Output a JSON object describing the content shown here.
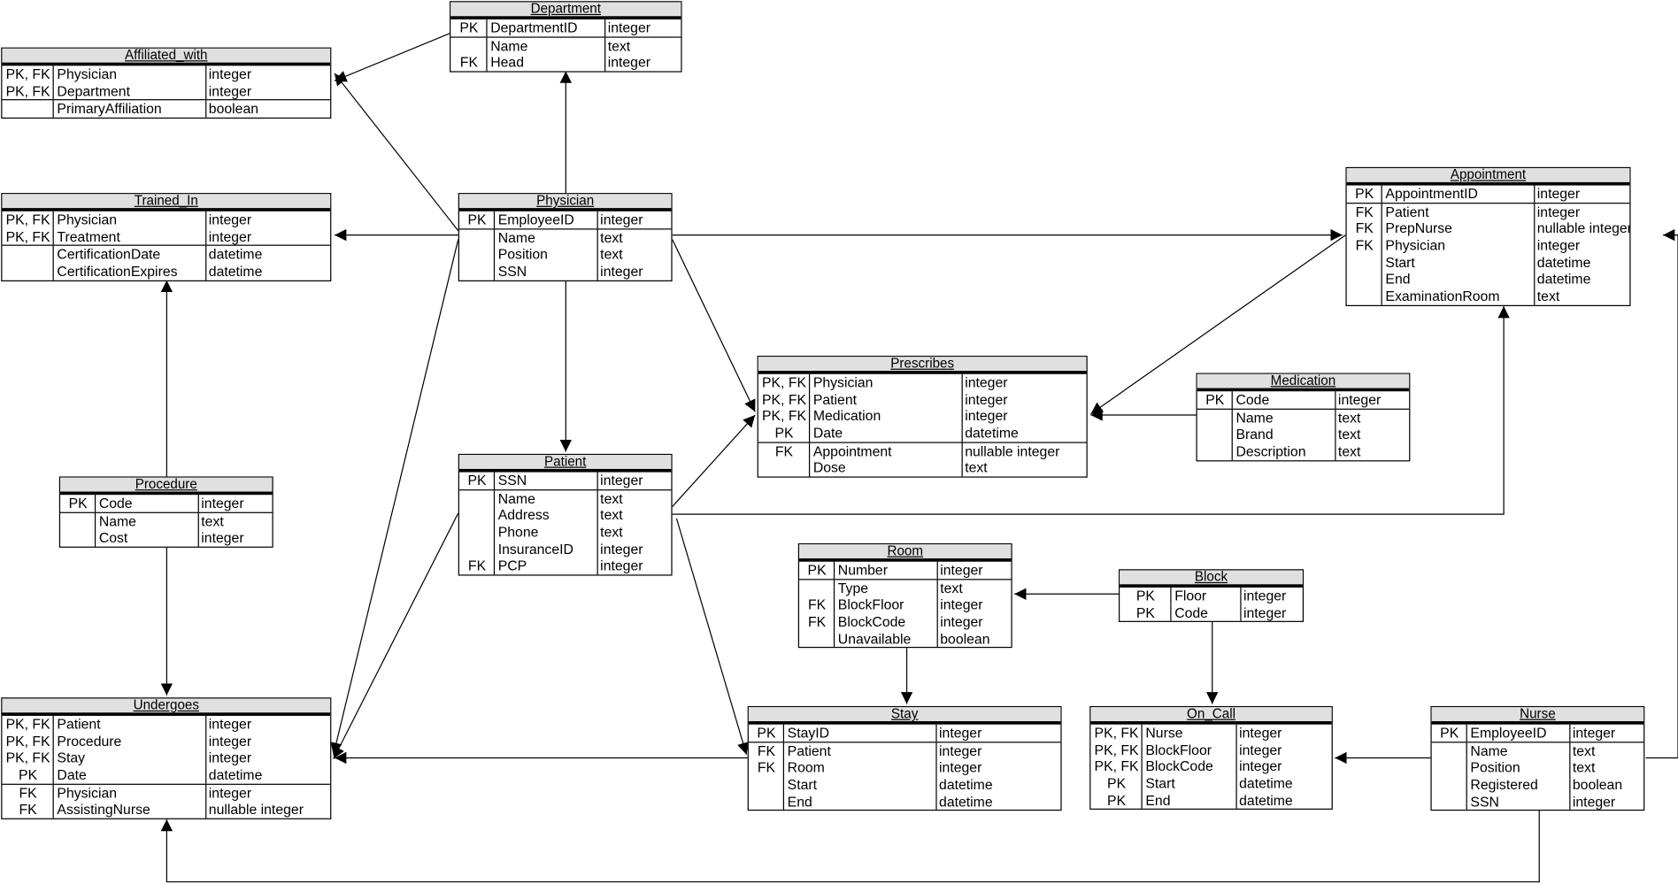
{
  "diagram": {
    "tables": [
      {
        "id": "department",
        "name": "Department",
        "groups": [
          [
            {
              "key": "PK",
              "name": "DepartmentID",
              "type": "integer"
            }
          ],
          [
            {
              "key": "",
              "name": "Name",
              "type": "text"
            },
            {
              "key": "FK",
              "name": "Head",
              "type": "integer"
            }
          ]
        ]
      },
      {
        "id": "affiliated_with",
        "name": "Affiliated_with",
        "groups": [
          [
            {
              "key": "PK, FK",
              "name": "Physician",
              "type": "integer"
            },
            {
              "key": "PK, FK",
              "name": "Department",
              "type": "integer"
            }
          ],
          [
            {
              "key": "",
              "name": "PrimaryAffiliation",
              "type": "boolean"
            }
          ]
        ]
      },
      {
        "id": "trained_in",
        "name": "Trained_In",
        "groups": [
          [
            {
              "key": "PK, FK",
              "name": "Physician",
              "type": "integer"
            },
            {
              "key": "PK, FK",
              "name": "Treatment",
              "type": "integer"
            }
          ],
          [
            {
              "key": "",
              "name": "CertificationDate",
              "type": "datetime"
            },
            {
              "key": "",
              "name": "CertificationExpires",
              "type": "datetime"
            }
          ]
        ]
      },
      {
        "id": "physician",
        "name": "Physician",
        "groups": [
          [
            {
              "key": "PK",
              "name": "EmployeeID",
              "type": "integer"
            }
          ],
          [
            {
              "key": "",
              "name": "Name",
              "type": "text"
            },
            {
              "key": "",
              "name": "Position",
              "type": "text"
            },
            {
              "key": "",
              "name": "SSN",
              "type": "integer"
            }
          ]
        ]
      },
      {
        "id": "appointment",
        "name": "Appointment",
        "groups": [
          [
            {
              "key": "PK",
              "name": "AppointmentID",
              "type": "integer"
            }
          ],
          [
            {
              "key": "FK",
              "name": "Patient",
              "type": "integer"
            },
            {
              "key": "FK",
              "name": "PrepNurse",
              "type": "nullable integer"
            },
            {
              "key": "FK",
              "name": "Physician",
              "type": "integer"
            },
            {
              "key": "",
              "name": "Start",
              "type": "datetime"
            },
            {
              "key": "",
              "name": "End",
              "type": "datetime"
            },
            {
              "key": "",
              "name": "ExaminationRoom",
              "type": "text"
            }
          ]
        ]
      },
      {
        "id": "prescribes",
        "name": "Prescribes",
        "groups": [
          [
            {
              "key": "PK, FK",
              "name": "Physician",
              "type": "integer"
            },
            {
              "key": "PK, FK",
              "name": "Patient",
              "type": "integer"
            },
            {
              "key": "PK, FK",
              "name": "Medication",
              "type": "integer"
            },
            {
              "key": "PK",
              "name": "Date",
              "type": "datetime"
            }
          ],
          [
            {
              "key": "FK",
              "name": "Appointment",
              "type": "nullable integer"
            },
            {
              "key": "",
              "name": "Dose",
              "type": "text"
            }
          ]
        ]
      },
      {
        "id": "medication",
        "name": "Medication",
        "groups": [
          [
            {
              "key": "PK",
              "name": "Code",
              "type": "integer"
            }
          ],
          [
            {
              "key": "",
              "name": "Name",
              "type": "text"
            },
            {
              "key": "",
              "name": "Brand",
              "type": "text"
            },
            {
              "key": "",
              "name": "Description",
              "type": "text"
            }
          ]
        ]
      },
      {
        "id": "procedure",
        "name": "Procedure",
        "groups": [
          [
            {
              "key": "PK",
              "name": "Code",
              "type": "integer"
            }
          ],
          [
            {
              "key": "",
              "name": "Name",
              "type": "text"
            },
            {
              "key": "",
              "name": "Cost",
              "type": "integer"
            }
          ]
        ]
      },
      {
        "id": "patient",
        "name": "Patient",
        "groups": [
          [
            {
              "key": "PK",
              "name": "SSN",
              "type": "integer"
            }
          ],
          [
            {
              "key": "",
              "name": "Name",
              "type": "text"
            },
            {
              "key": "",
              "name": "Address",
              "type": "text"
            },
            {
              "key": "",
              "name": "Phone",
              "type": "text"
            },
            {
              "key": "",
              "name": "InsuranceID",
              "type": "integer"
            },
            {
              "key": "FK",
              "name": "PCP",
              "type": "integer"
            }
          ]
        ]
      },
      {
        "id": "room",
        "name": "Room",
        "groups": [
          [
            {
              "key": "PK",
              "name": "Number",
              "type": "integer"
            }
          ],
          [
            {
              "key": "",
              "name": "Type",
              "type": "text"
            },
            {
              "key": "FK",
              "name": "BlockFloor",
              "type": "integer"
            },
            {
              "key": "FK",
              "name": "BlockCode",
              "type": "integer"
            },
            {
              "key": "",
              "name": "Unavailable",
              "type": "boolean"
            }
          ]
        ]
      },
      {
        "id": "block",
        "name": "Block",
        "groups": [
          [
            {
              "key": "PK",
              "name": "Floor",
              "type": "integer"
            },
            {
              "key": "PK",
              "name": "Code",
              "type": "integer"
            }
          ]
        ]
      },
      {
        "id": "undergoes",
        "name": "Undergoes",
        "groups": [
          [
            {
              "key": "PK, FK",
              "name": "Patient",
              "type": "integer"
            },
            {
              "key": "PK, FK",
              "name": "Procedure",
              "type": "integer"
            },
            {
              "key": "PK, FK",
              "name": "Stay",
              "type": "integer"
            },
            {
              "key": "PK",
              "name": "Date",
              "type": "datetime"
            }
          ],
          [
            {
              "key": "FK",
              "name": "Physician",
              "type": "integer"
            },
            {
              "key": "FK",
              "name": "AssistingNurse",
              "type": "nullable integer"
            }
          ]
        ]
      },
      {
        "id": "stay",
        "name": "Stay",
        "groups": [
          [
            {
              "key": "PK",
              "name": "StayID",
              "type": "integer"
            }
          ],
          [
            {
              "key": "FK",
              "name": "Patient",
              "type": "integer"
            },
            {
              "key": "FK",
              "name": "Room",
              "type": "integer"
            },
            {
              "key": "",
              "name": "Start",
              "type": "datetime"
            },
            {
              "key": "",
              "name": "End",
              "type": "datetime"
            }
          ]
        ]
      },
      {
        "id": "on_call",
        "name": "On_Call",
        "groups": [
          [
            {
              "key": "PK, FK",
              "name": "Nurse",
              "type": "integer"
            },
            {
              "key": "PK, FK",
              "name": "BlockFloor",
              "type": "integer"
            },
            {
              "key": "PK, FK",
              "name": "BlockCode",
              "type": "integer"
            },
            {
              "key": "PK",
              "name": "Start",
              "type": "datetime"
            },
            {
              "key": "PK",
              "name": "End",
              "type": "datetime"
            }
          ]
        ]
      },
      {
        "id": "nurse",
        "name": "Nurse",
        "groups": [
          [
            {
              "key": "PK",
              "name": "EmployeeID",
              "type": "integer"
            }
          ],
          [
            {
              "key": "",
              "name": "Name",
              "type": "text"
            },
            {
              "key": "",
              "name": "Position",
              "type": "text"
            },
            {
              "key": "",
              "name": "Registered",
              "type": "boolean"
            },
            {
              "key": "",
              "name": "SSN",
              "type": "integer"
            }
          ]
        ]
      }
    ],
    "relationships": [
      {
        "from": "department",
        "to": "affiliated_with"
      },
      {
        "from": "physician",
        "to": "department"
      },
      {
        "from": "physician",
        "to": "affiliated_with"
      },
      {
        "from": "physician",
        "to": "trained_in"
      },
      {
        "from": "physician",
        "to": "patient"
      },
      {
        "from": "physician",
        "to": "appointment"
      },
      {
        "from": "physician",
        "to": "prescribes"
      },
      {
        "from": "physician",
        "to": "undergoes"
      },
      {
        "from": "procedure",
        "to": "trained_in"
      },
      {
        "from": "procedure",
        "to": "undergoes"
      },
      {
        "from": "patient",
        "to": "prescribes"
      },
      {
        "from": "patient",
        "to": "appointment"
      },
      {
        "from": "patient",
        "to": "stay"
      },
      {
        "from": "patient",
        "to": "undergoes"
      },
      {
        "from": "appointment",
        "to": "prescribes"
      },
      {
        "from": "medication",
        "to": "prescribes"
      },
      {
        "from": "room",
        "to": "stay"
      },
      {
        "from": "block",
        "to": "room"
      },
      {
        "from": "block",
        "to": "on_call"
      },
      {
        "from": "stay",
        "to": "undergoes"
      },
      {
        "from": "nurse",
        "to": "on_call"
      },
      {
        "from": "nurse",
        "to": "appointment"
      },
      {
        "from": "nurse",
        "to": "undergoes"
      }
    ]
  }
}
